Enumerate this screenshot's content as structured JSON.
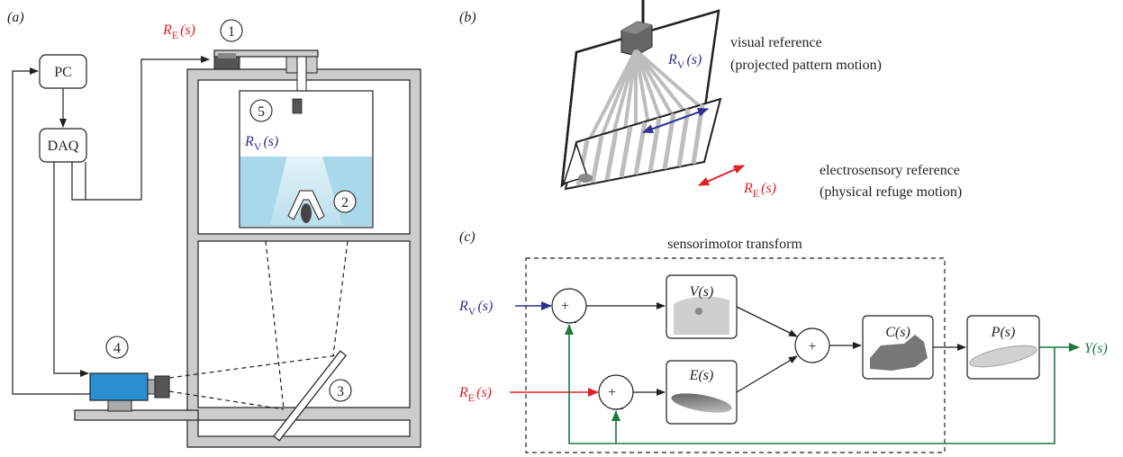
{
  "panel_a": {
    "label": "(a)",
    "pc": "PC",
    "daq": "DAQ",
    "re": {
      "letter": "R",
      "sub": "E",
      "arg": "(s)"
    },
    "rv": {
      "letter": "R",
      "sub": "V",
      "arg": "(s)"
    },
    "markers": [
      "1",
      "2",
      "3",
      "4",
      "5"
    ]
  },
  "panel_b": {
    "label": "(b)",
    "rv": {
      "letter": "R",
      "sub": "V",
      "arg": "(s)"
    },
    "re": {
      "letter": "R",
      "sub": "E",
      "arg": "(s)"
    },
    "visual_title": "visual reference",
    "visual_sub": "(projected pattern motion)",
    "electro_title": "electrosensory reference",
    "electro_sub": "(physical refuge motion)"
  },
  "panel_c": {
    "label": "(c)",
    "box_title": "sensorimotor transform",
    "rv": {
      "letter": "R",
      "sub": "V",
      "arg": "(s)"
    },
    "re": {
      "letter": "R",
      "sub": "E",
      "arg": "(s)"
    },
    "V": "V(s)",
    "E": "E(s)",
    "C": "C(s)",
    "P": "P(s)",
    "Y": "Y(s)",
    "plus": "+",
    "minus": "_"
  },
  "colors": {
    "red": "#e31e24",
    "blue": "#2e3192",
    "green": "#1b7a3c",
    "water": "#a9d8ea",
    "frame": "#cccccc",
    "camera": "#2a8fd0"
  }
}
